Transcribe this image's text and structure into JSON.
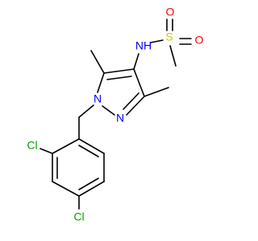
{
  "molecule": {
    "atoms": {
      "nh": {
        "label": "NH",
        "color": "#0000FF"
      },
      "s": {
        "label": "S",
        "color": "#CCCC00"
      },
      "o1": {
        "label": "O",
        "color": "#FF0000"
      },
      "o2": {
        "label": "O",
        "color": "#FF0000"
      },
      "n1": {
        "label": "N",
        "color": "#0000FF"
      },
      "n2": {
        "label": "N",
        "color": "#0000FF"
      },
      "cl1": {
        "label": "Cl",
        "color": "#00A000"
      },
      "cl2": {
        "label": "Cl",
        "color": "#00A000"
      }
    }
  }
}
